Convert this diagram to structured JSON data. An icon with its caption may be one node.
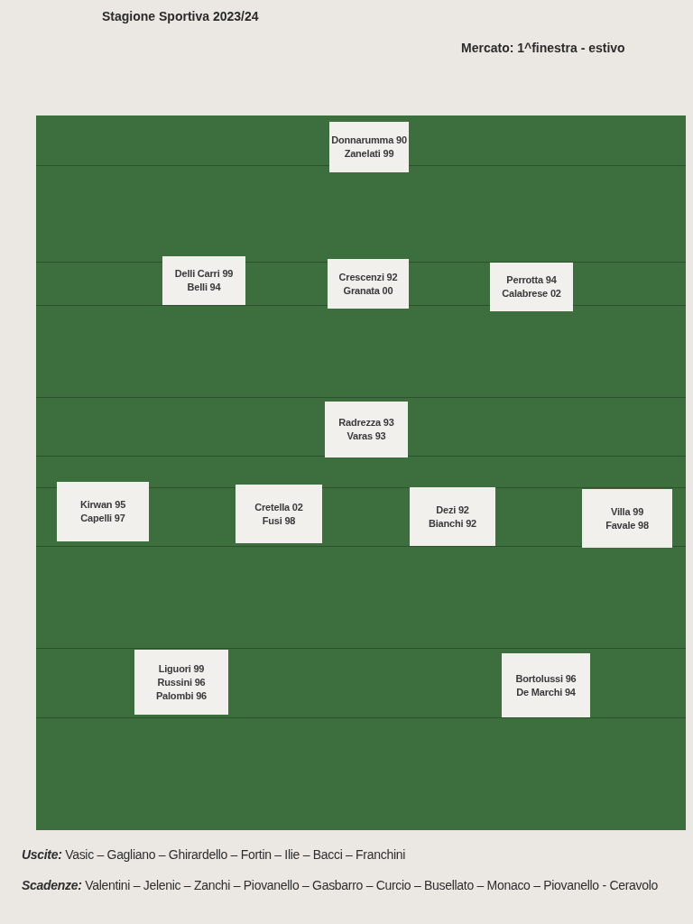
{
  "diagram": {
    "nodes": [
      {
        "text": [
          "Donnarumma 90",
          "Zanelati 99"
        ]
      },
      {
        "text": [
          "Delli Carri 99",
          "Belli 94"
        ]
      },
      {
        "text": [
          "Crescenzi 92",
          "Granata 00"
        ]
      },
      {
        "text": [
          "Perrotta 94",
          "Calabrese 02"
        ]
      },
      {
        "text": [
          "Radrezza 93",
          "Varas 93"
        ]
      },
      {
        "text": [
          "Kirwan 95",
          "Capelli 97"
        ]
      },
      {
        "text": [
          "Cretella 02",
          "Fusi 98"
        ]
      },
      {
        "text": [
          "Dezi 92",
          "Bianchi 92"
        ]
      },
      {
        "text": [
          "Villa 99",
          "Favale 98"
        ]
      },
      {
        "text": [
          "Liguori 99",
          "Russini 96",
          "Palombi 96"
        ]
      },
      {
        "text": [
          "Bortolussi 96",
          "De Marchi 94"
        ]
      }
    ],
    "labels": [
      "Stagione Sportiva 2023/24",
      "Mercato: 1^finestra - estivo",
      "**Uscite:** Vasic – Gagliano – Ghirardello – Fortin – Ilie – Bacci – Franchini",
      "**Scadenze:** Valentini – Jelenic – Zanchi – Piovanello – Gasbarro – Curcio – Busellato – Monaco – Piovanello - Ceravolo"
    ]
  }
}
